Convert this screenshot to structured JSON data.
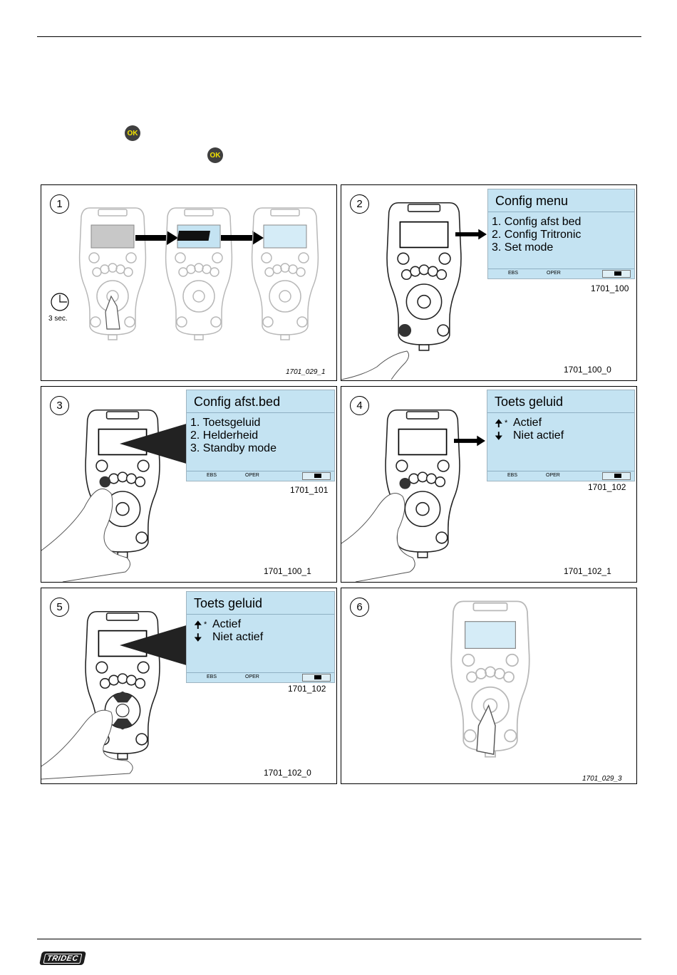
{
  "ok_label": "OK",
  "panels": [
    {
      "num": "1",
      "fig": "1701_029_1",
      "timer_label": "3 sec."
    },
    {
      "num": "2",
      "fig": "1701_100_0",
      "screen_fig": "1701_100",
      "screen": {
        "title": "Config menu",
        "lines": [
          "1. Config afst bed",
          "2. Config Tritronic",
          "3.  Set mode"
        ]
      }
    },
    {
      "num": "3",
      "fig": "1701_100_1",
      "screen_fig": "1701_101",
      "screen": {
        "title": "Config afst.bed",
        "lines": [
          "1. Toetsgeluid",
          "2.  Helderheid",
          "3. Standby mode"
        ]
      }
    },
    {
      "num": "4",
      "fig": "1701_102_1",
      "screen_fig": "1701_102",
      "screen": {
        "title": "Toets geluid",
        "lines": [
          "Actief",
          "Niet actief"
        ]
      }
    },
    {
      "num": "5",
      "fig": "1701_102_0",
      "screen_fig": "1701_102",
      "screen": {
        "title": "Toets geluid",
        "lines": [
          "Actief",
          "Niet actief"
        ]
      }
    },
    {
      "num": "6",
      "fig": "1701_029_3"
    }
  ],
  "status": {
    "left": "EBS",
    "mid": "OPER"
  },
  "selected_marker": "*",
  "brand": "TRIDEC",
  "colors": {
    "screen": "#c4e3f2",
    "ok_button": "#3f3f3f",
    "ok_text": "#f2e200"
  }
}
